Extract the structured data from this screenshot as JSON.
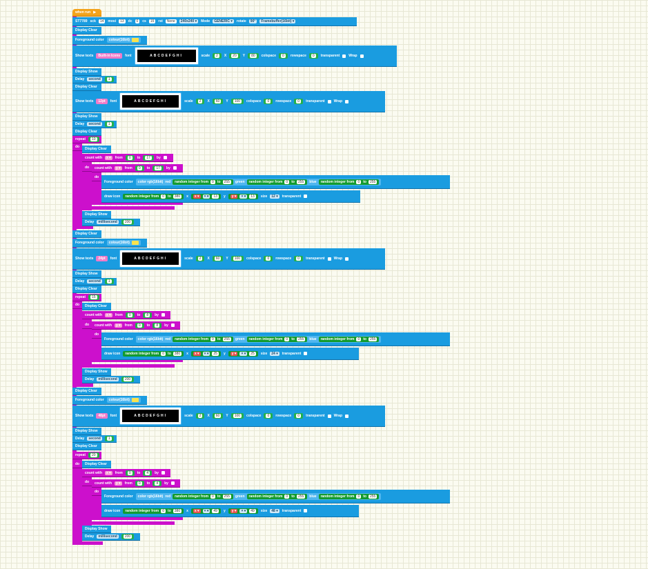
{
  "labels": {
    "when_run": "when run",
    "st7789": "ST7789",
    "sck": "sck",
    "mosi": "mosi",
    "dc": "dc",
    "cs": "cs",
    "rst": "rst",
    "mode": "Mode",
    "rotate": "rotate",
    "display_clear": "Display Clear",
    "display_show": "Display Show",
    "foreground_color": "Foreground color",
    "colour_16bit": "colour(16bit)",
    "show_texts": "Show texts",
    "font": "font",
    "scale": "scale",
    "x": "X",
    "y": "Y",
    "colspace": "colspace",
    "rowspace": "rowspace",
    "transparent": "transparent",
    "wrap": "Wrap",
    "delay": "Delay",
    "second": "second",
    "millisecond": "millisecond",
    "repeat": "repeat",
    "do": "do",
    "count_with": "count with",
    "from": "from",
    "to": "to",
    "by": "by",
    "color_rgb": "color rgb(16bit)",
    "red": "red",
    "green": "green",
    "blue": "blue",
    "random_integer_from": "random integer from",
    "draw_icon": "draw icon",
    "x_small": "x",
    "y_small": "y",
    "size": "size",
    "var_x": "x",
    "var_y": "y",
    "op_mul": "× ▾",
    "font_preview": "ABCDEFGHI"
  },
  "init": {
    "sck": "14",
    "mosi": "13",
    "dc": "0",
    "cs": "15",
    "rst": "None",
    "res": "240x240 ▾",
    "mode": "GENERIC ▾",
    "rotate": "90°",
    "framebuffer": "Framebuffer(16bit) ▾"
  },
  "sections": [
    {
      "text": "Built-in Icons",
      "text_kind": "icons",
      "scale": "2",
      "x": "20",
      "y": "80",
      "colspace": "0",
      "rowspace": "0",
      "delay_val": "1",
      "repeat": "10",
      "x_to": "17",
      "y_to": "17",
      "r_lo": "0",
      "r_hi": "255",
      "g_lo": "0",
      "g_hi": "255",
      "b_lo": "0",
      "b_hi": "255",
      "icon_lo": "0",
      "icon_hi": "380",
      "mul_x": "13",
      "mul_y": "13",
      "size": "12 ▾",
      "ms": "200"
    },
    {
      "text": "12pt",
      "scale": "2",
      "x": "60",
      "y": "100",
      "colspace": "0",
      "rowspace": "0"
    },
    {
      "text": "24pt",
      "scale": "2",
      "x": "60",
      "y": "100",
      "colspace": "0",
      "rowspace": "0",
      "delay_val": "1",
      "repeat": "15",
      "x_to": "8",
      "y_to": "8",
      "r_lo": "0",
      "r_hi": "255",
      "g_lo": "0",
      "g_hi": "255",
      "b_lo": "0",
      "b_hi": "255",
      "icon_lo": "0",
      "icon_hi": "380",
      "mul_x": "25",
      "mul_y": "25",
      "size": "24 ▾",
      "ms": "200"
    },
    {
      "text": "48pt",
      "scale": "2",
      "x": "60",
      "y": "100",
      "colspace": "0",
      "rowspace": "0",
      "delay_val": "1",
      "repeat": "20",
      "x_to": "4",
      "y_to": "4",
      "r_lo": "0",
      "r_hi": "255",
      "g_lo": "0",
      "g_hi": "255",
      "b_lo": "0",
      "b_hi": "255",
      "icon_lo": "0",
      "icon_hi": "380",
      "mul_x": "49",
      "mul_y": "49",
      "size": "48 ▾",
      "ms": "200"
    }
  ],
  "first_delay": "1",
  "second_delay": "1"
}
